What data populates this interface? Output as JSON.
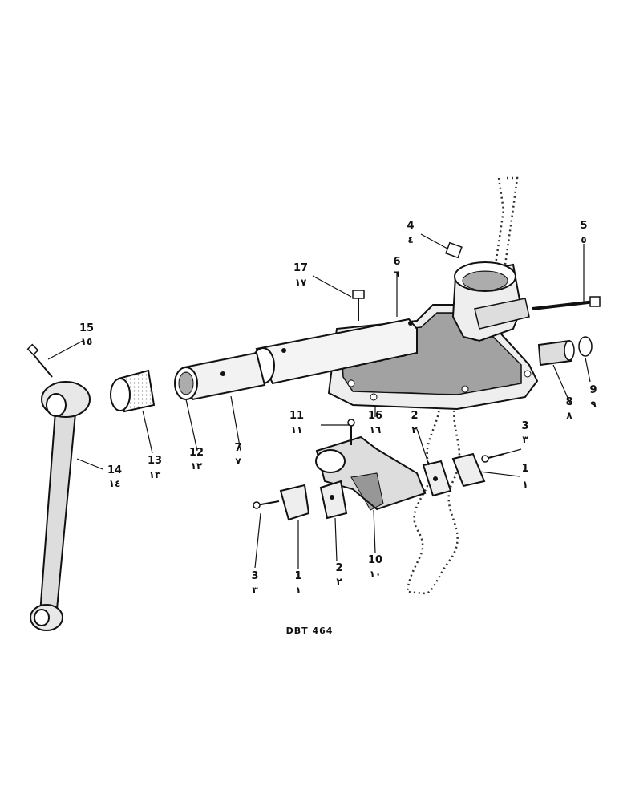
{
  "drawing_code": "DBT 464",
  "callouts": [
    {
      "id": "c1a",
      "latin": "1",
      "arabic": "١"
    },
    {
      "id": "c1b",
      "latin": "1",
      "arabic": "١"
    },
    {
      "id": "c2a",
      "latin": "2",
      "arabic": "٢"
    },
    {
      "id": "c2b",
      "latin": "2",
      "arabic": "٢"
    },
    {
      "id": "c3a",
      "latin": "3",
      "arabic": "٣"
    },
    {
      "id": "c3b",
      "latin": "3",
      "arabic": "٣"
    },
    {
      "id": "c4",
      "latin": "4",
      "arabic": "٤"
    },
    {
      "id": "c5",
      "latin": "5",
      "arabic": "٥"
    },
    {
      "id": "c6",
      "latin": "6",
      "arabic": "٦"
    },
    {
      "id": "c7",
      "latin": "7",
      "arabic": "٧"
    },
    {
      "id": "c8",
      "latin": "8",
      "arabic": "٨"
    },
    {
      "id": "c9",
      "latin": "9",
      "arabic": "٩"
    },
    {
      "id": "c10",
      "latin": "10",
      "arabic": "١٠"
    },
    {
      "id": "c11",
      "latin": "11",
      "arabic": "١١"
    },
    {
      "id": "c12",
      "latin": "12",
      "arabic": "١٢"
    },
    {
      "id": "c13",
      "latin": "13",
      "arabic": "١٣"
    },
    {
      "id": "c14",
      "latin": "14",
      "arabic": "١٤"
    },
    {
      "id": "c15",
      "latin": "15",
      "arabic": "١٥"
    },
    {
      "id": "c16",
      "latin": "16",
      "arabic": "١٦"
    },
    {
      "id": "c17",
      "latin": "17",
      "arabic": "١٧"
    }
  ]
}
